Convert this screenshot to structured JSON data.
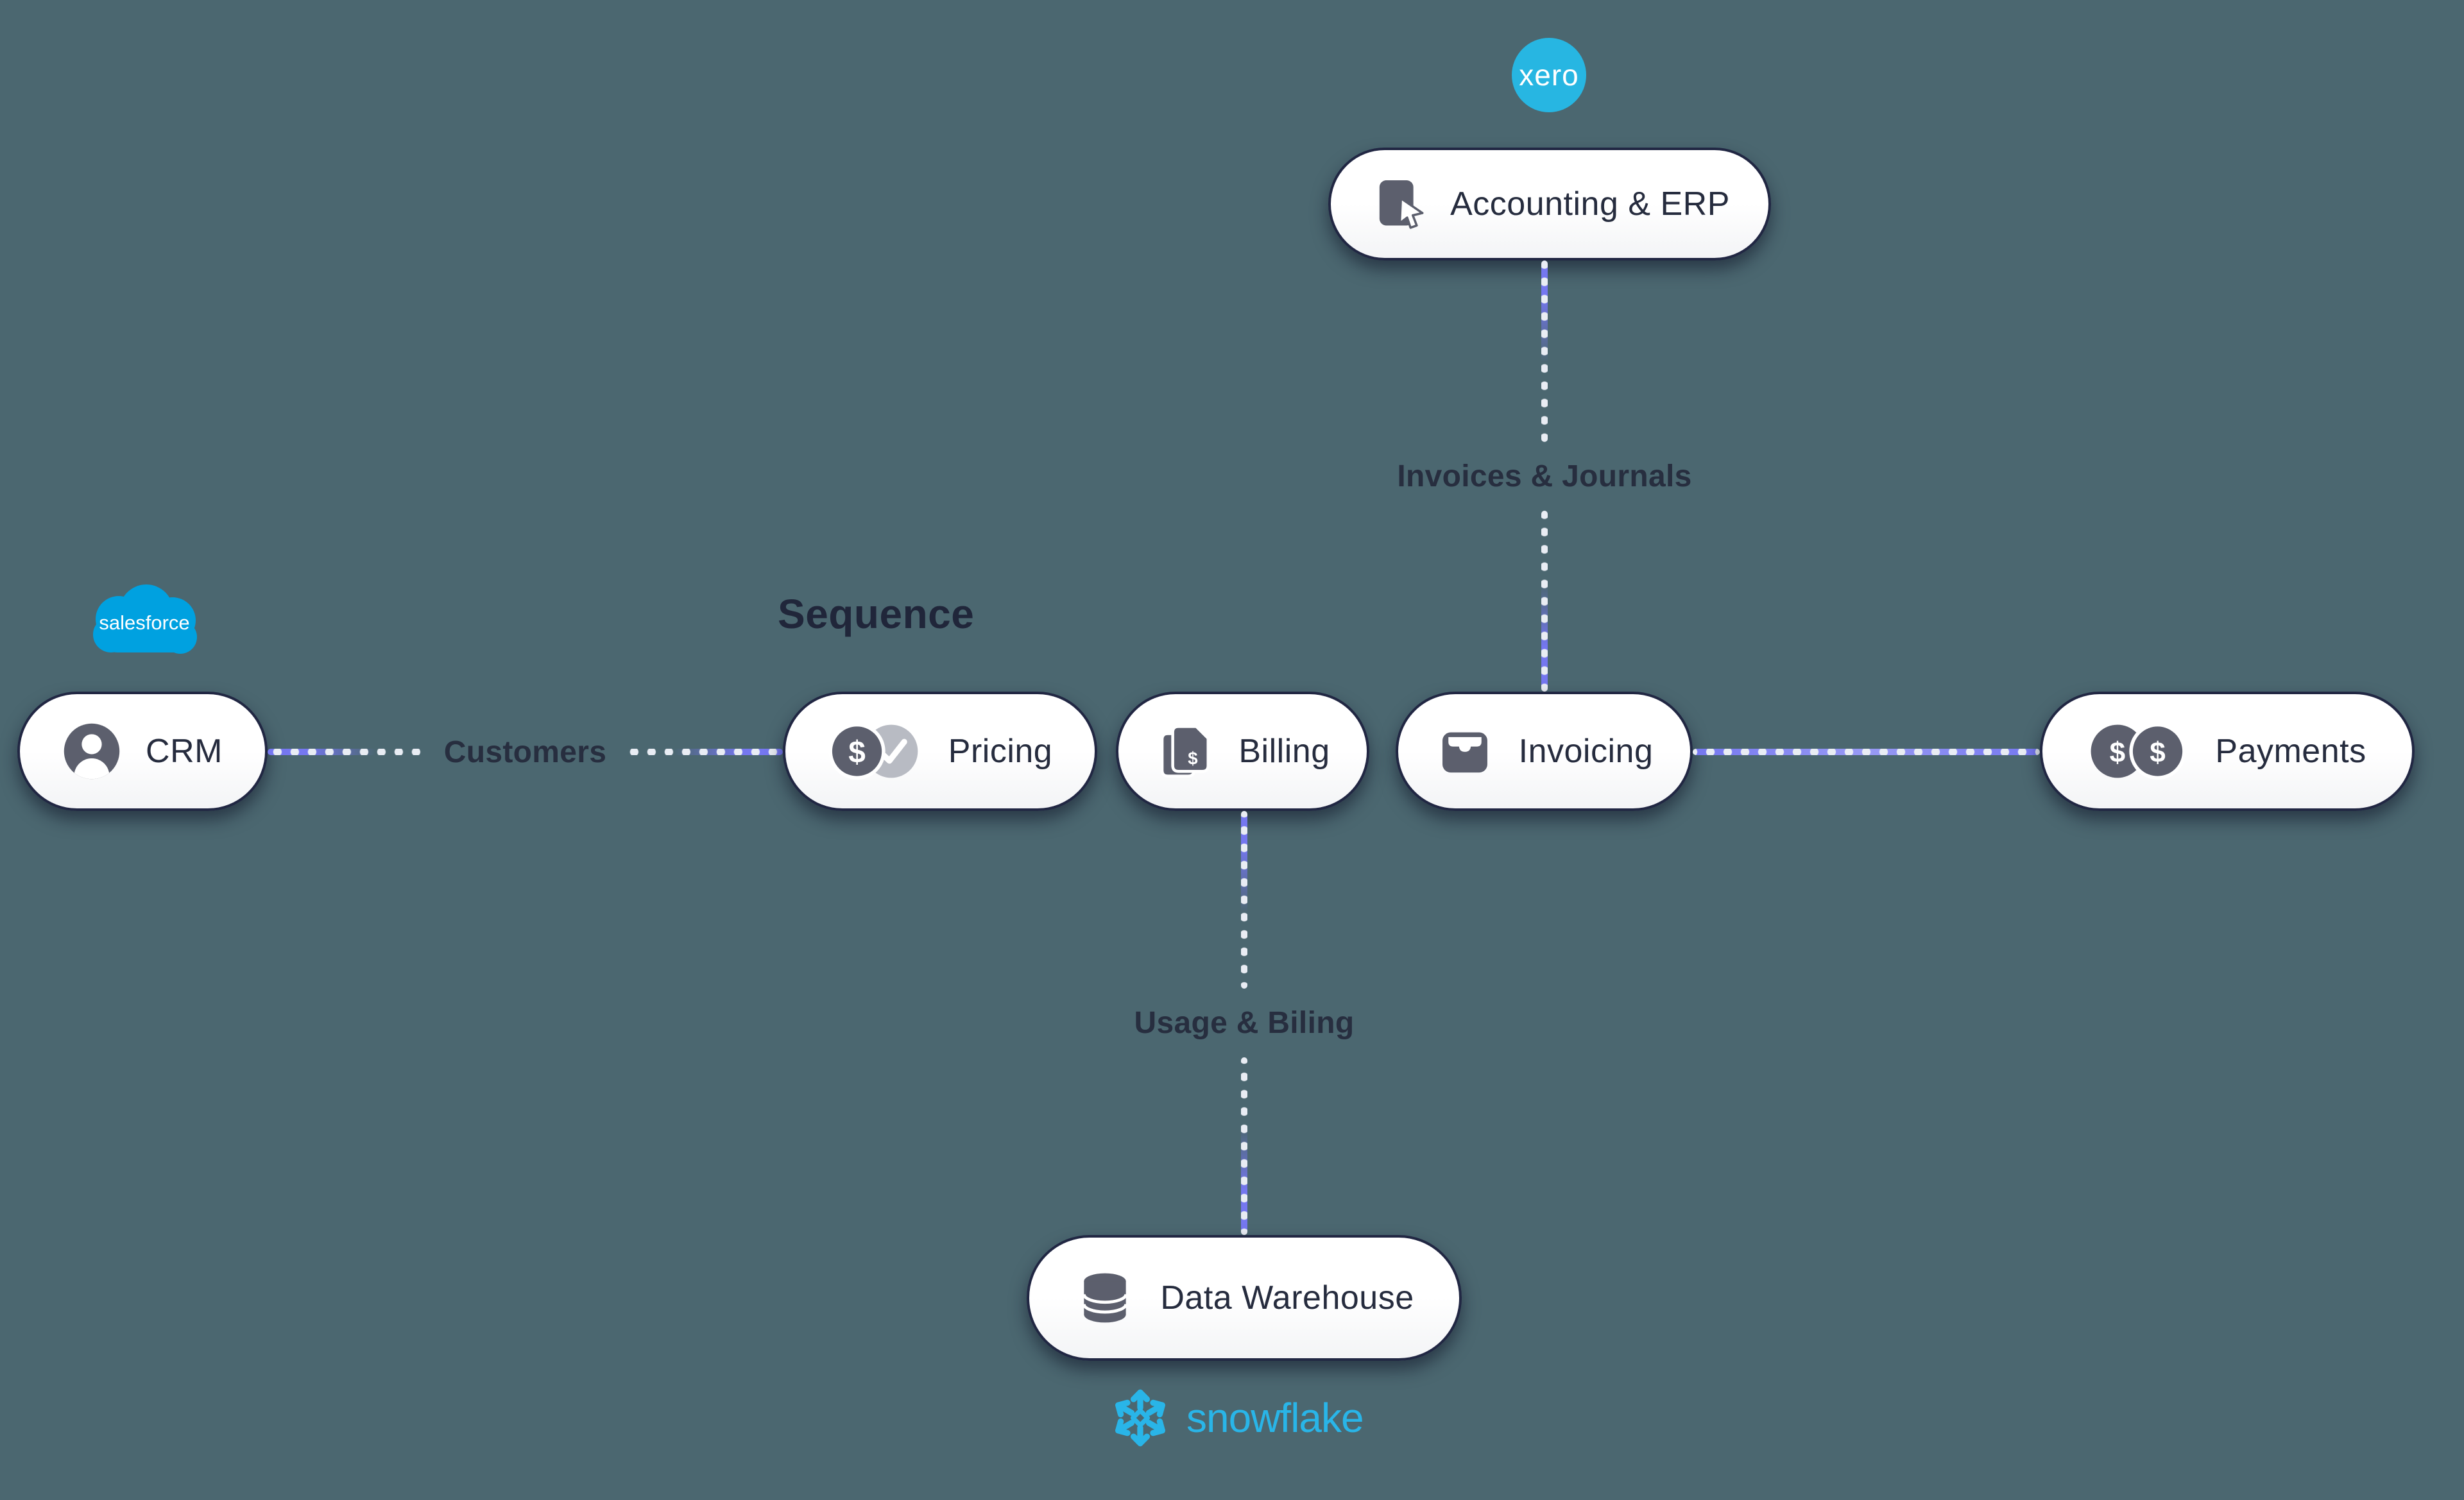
{
  "title": "Sequence",
  "logos": {
    "xero": "xero",
    "salesforce": "salesforce",
    "snowflake": "snowflake"
  },
  "nodes": {
    "accounting": "Accounting & ERP",
    "crm": "CRM",
    "pricing": "Pricing",
    "billing": "Billing",
    "invoicing": "Invoicing",
    "payments": "Payments",
    "data_warehouse": "Data Warehouse"
  },
  "connectors": {
    "customers": "Customers",
    "invoices_journals": "Invoices & Journals",
    "usage_billing": "Usage & Biling"
  },
  "glyphs": {
    "dollar": "$"
  },
  "colors": {
    "background": "#4B6770",
    "connector_purple": "#7577F0",
    "connector_dots": "#E9EDF4",
    "node_border": "#212743",
    "text_dark": "#262C3E",
    "icon_dark": "#5C5F6D",
    "icon_light": "#B8BBC3",
    "xero_blue": "#27B6E2",
    "salesforce_blue": "#00A1E0",
    "snowflake_blue": "#29B5E8"
  }
}
